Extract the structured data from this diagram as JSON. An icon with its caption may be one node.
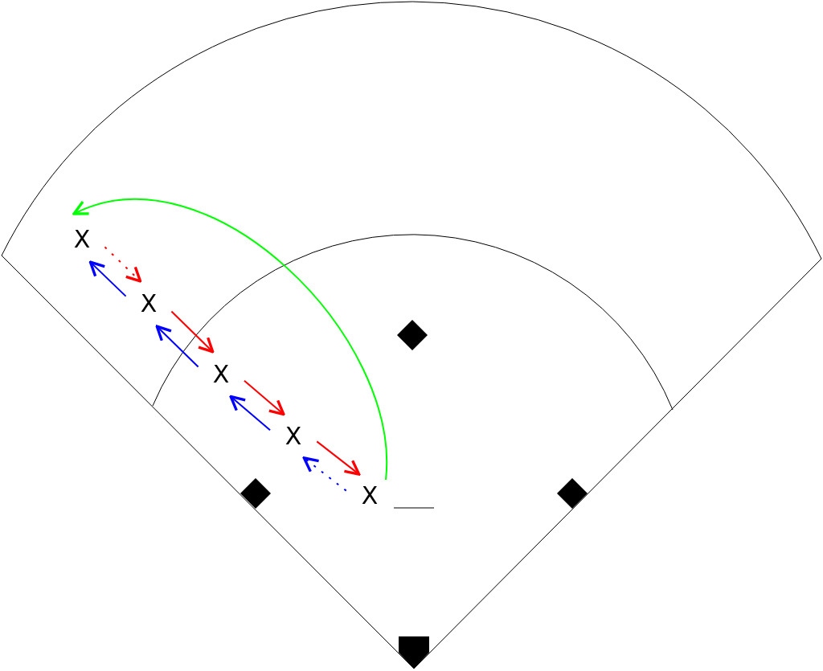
{
  "diagram": {
    "nodes": [
      {
        "text": [
          "X"
        ]
      },
      {
        "text": [
          "X"
        ]
      },
      {
        "text": [
          "X"
        ]
      },
      {
        "text": [
          "X"
        ]
      },
      {
        "text": [
          "X"
        ]
      }
    ],
    "edges": [
      {
        "from": 0,
        "to": 1,
        "arrow": "to",
        "style": "dashed",
        "color": "#ff0000"
      },
      {
        "from": 1,
        "to": 0,
        "arrow": "to",
        "color": "#0000ff"
      },
      {
        "from": 1,
        "to": 2,
        "arrow": "to",
        "color": "#ff0000"
      },
      {
        "from": 2,
        "to": 1,
        "arrow": "to",
        "color": "#0000ff"
      },
      {
        "from": 2,
        "to": 3,
        "arrow": "to",
        "color": "#ff0000"
      },
      {
        "from": 3,
        "to": 2,
        "arrow": "to",
        "color": "#0000ff"
      },
      {
        "from": 3,
        "to": 4,
        "arrow": "to",
        "color": "#ff0000"
      },
      {
        "from": 4,
        "to": 3,
        "arrow": "to",
        "style": "dashed",
        "color": "#0000ff"
      },
      {
        "from": 4,
        "to": 0,
        "arrow": "to",
        "color": "#00ff00"
      }
    ]
  }
}
